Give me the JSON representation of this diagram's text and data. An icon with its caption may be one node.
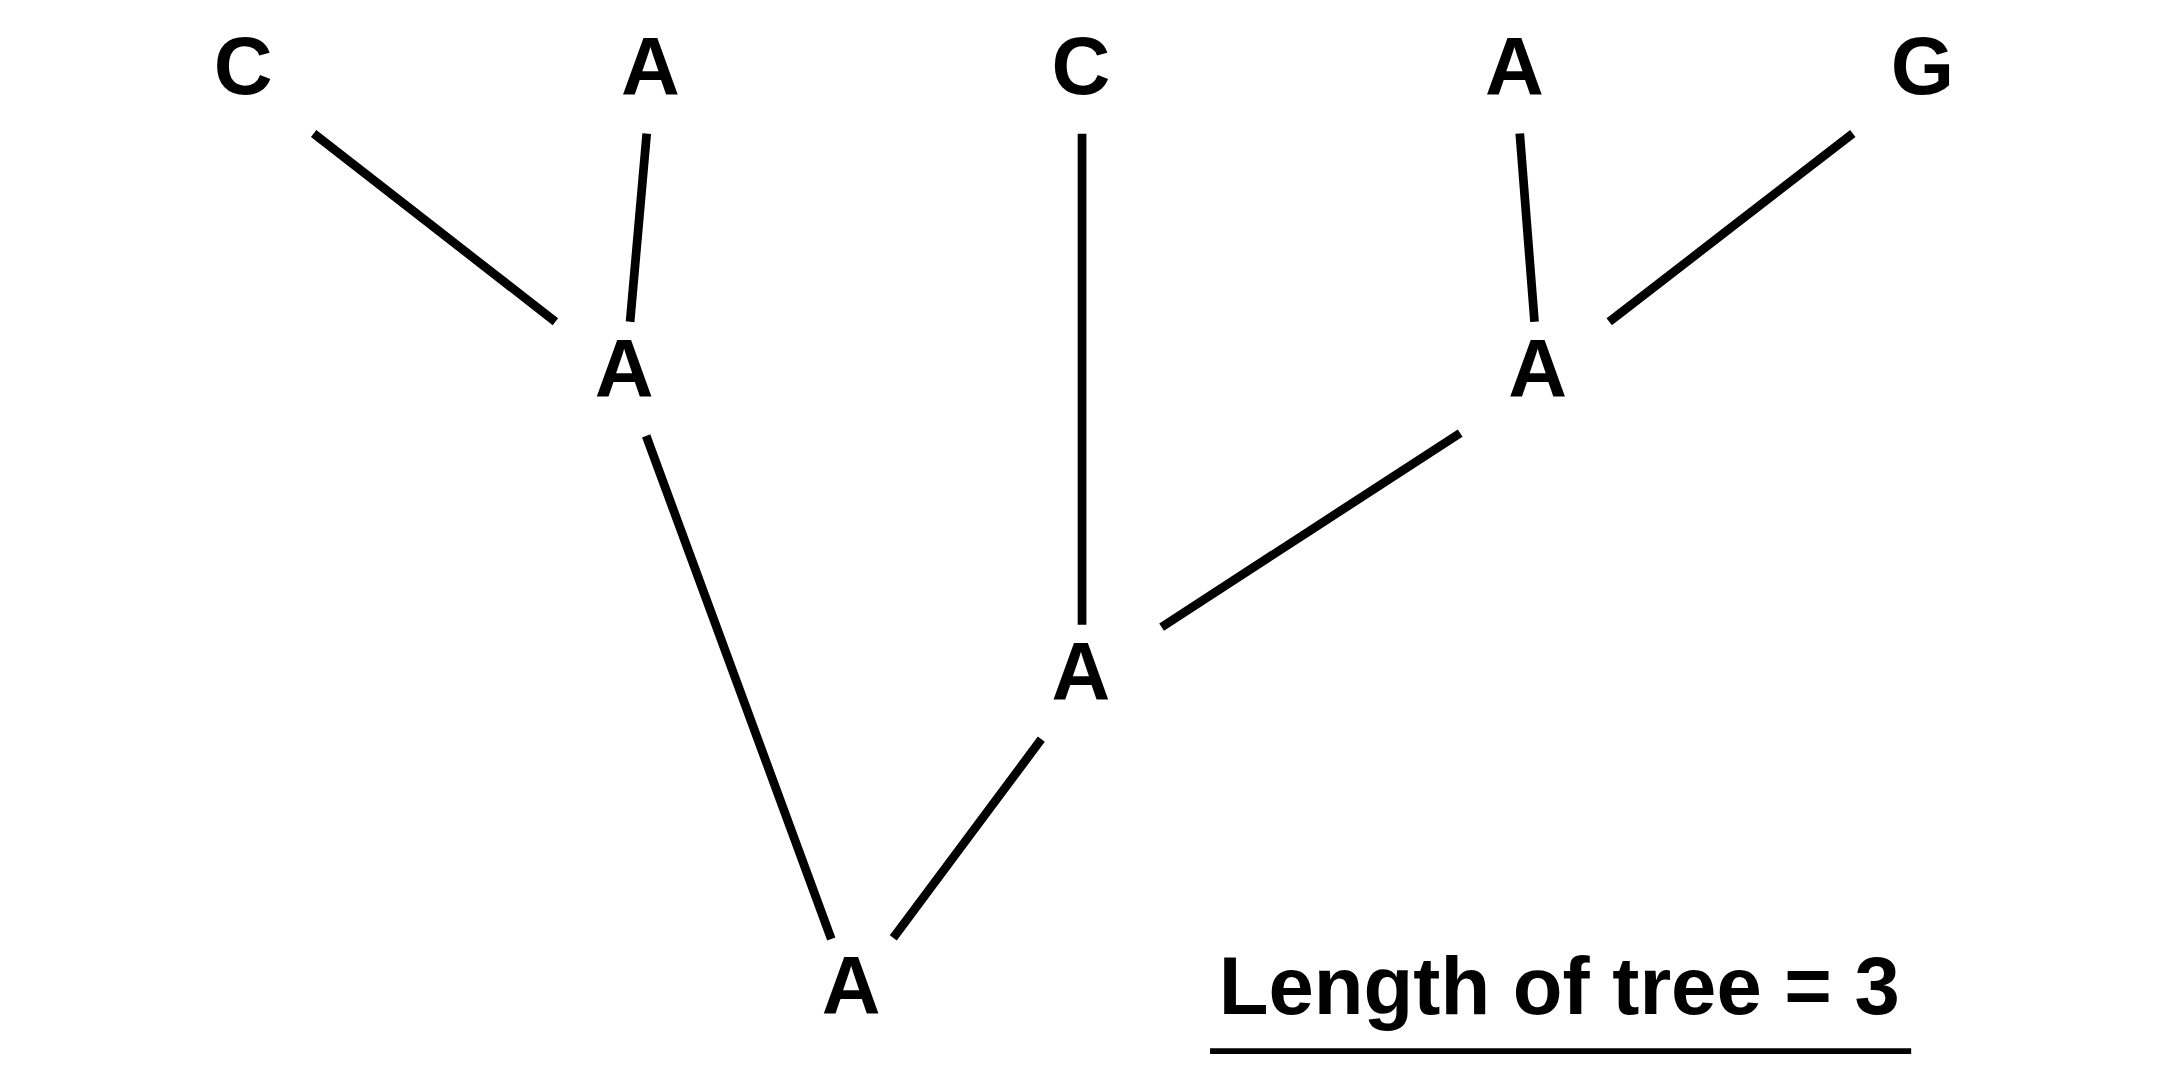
{
  "diagram": {
    "nodes": [
      {
        "text": [
          "C"
        ]
      },
      {
        "text": [
          "A"
        ]
      },
      {
        "text": [
          "C"
        ]
      },
      {
        "text": [
          "A"
        ]
      },
      {
        "text": [
          "G"
        ]
      },
      {
        "text": [
          "A"
        ]
      },
      {
        "text": [
          "A"
        ]
      },
      {
        "text": [
          "A"
        ]
      },
      {
        "text": [
          "A"
        ]
      }
    ],
    "edges": [
      {
        "from": 8,
        "to": 6,
        "arrow": "none"
      },
      {
        "from": 8,
        "to": 7,
        "arrow": "none"
      },
      {
        "from": 6,
        "to": 0,
        "arrow": "none"
      },
      {
        "from": 6,
        "to": 1,
        "arrow": "none"
      },
      {
        "from": 7,
        "to": 2,
        "arrow": "none"
      },
      {
        "from": 7,
        "to": 5,
        "arrow": "none"
      },
      {
        "from": 5,
        "to": 3,
        "arrow": "none"
      },
      {
        "from": 5,
        "to": 4,
        "arrow": "none"
      }
    ],
    "labels": [
      "Length of tree = 3"
    ]
  }
}
